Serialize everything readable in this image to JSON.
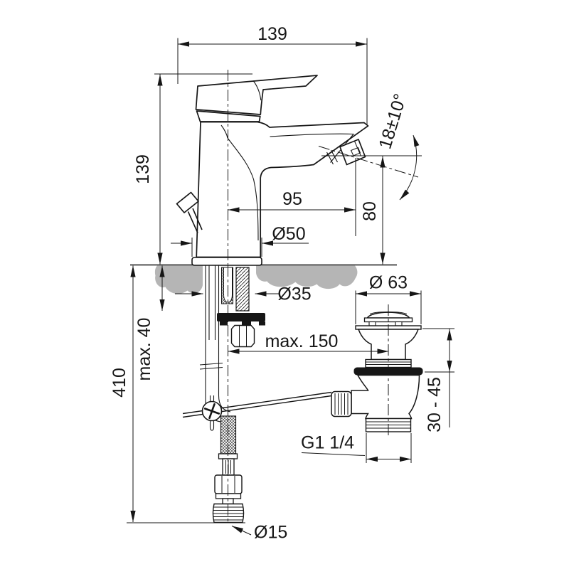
{
  "drawing": {
    "title": "bidet-mixer-installation-drawing",
    "labels": {
      "top_width": "139",
      "body_height": "139",
      "spray_angle": "18±10°",
      "spout_reach": "95",
      "aerator_height": "80",
      "base_diameter": "Ø50",
      "hole_diameter": "Ø35",
      "max_deck_thickness": "max. 40",
      "overall_height": "410",
      "max_drain_distance": "max. 150",
      "drain_cap_diameter": "Ø 63",
      "drain_height_range": "30 - 45",
      "drain_thread": "G1 1/4",
      "supply_pipe_diameter": "Ø15"
    },
    "colors": {
      "line": "#161616",
      "deck_gray": "#b5b5b5",
      "background": "#ffffff"
    }
  }
}
